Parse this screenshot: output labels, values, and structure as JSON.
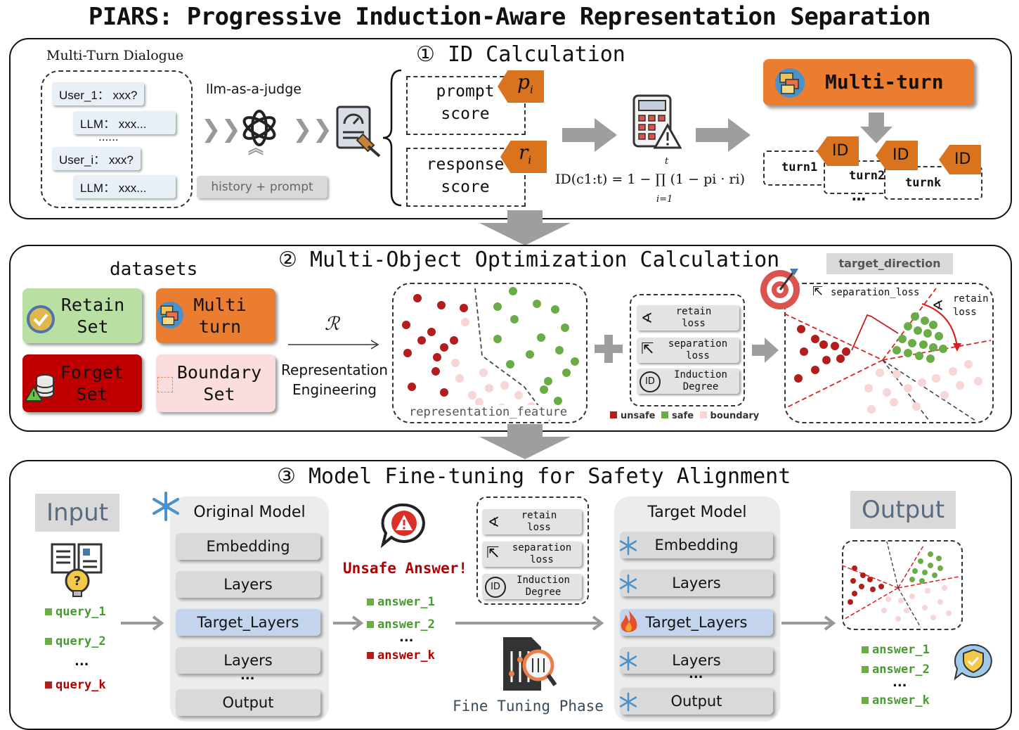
{
  "title": "PIARS: Progressive Induction-Aware Representation Separation",
  "section1": {
    "title": "① ID Calculation",
    "dialogue_label": "Multi-Turn Dialogue",
    "turns": [
      "User_1： xxx?",
      "LLM： xxx...",
      "......",
      "User_i： xxx?",
      "LLM： xxx..."
    ],
    "judge_label": "llm-as-a-judge",
    "history_label": "history + prompt",
    "prompt_score": "prompt score",
    "response_score": "response score",
    "p_tag": "p",
    "p_sub": "i",
    "r_tag": "r",
    "r_sub": "i",
    "formula": "ID(c1:t) = 1 − ∏ (1 − pi · ri)",
    "formula_upper": "t",
    "formula_lower": "i=1",
    "multiturn_label": "Multi-turn",
    "id_tag": "ID",
    "turn_labels": [
      "turn1",
      "turn2",
      "turnk"
    ],
    "ellipsis": "…"
  },
  "section2": {
    "title": "② Multi-Object Optimization Calculation",
    "datasets_label": "datasets",
    "retain_set": "Retain Set",
    "multi_turn": "Multi turn",
    "forget_set": "Forget Set",
    "boundary_set": "Boundary Set",
    "r_symbol": "ℛ",
    "rep_eng": "Representation Engineering",
    "rep_feature": "representation_feature",
    "losses": [
      "retain loss",
      "separation loss",
      "Induction Degree"
    ],
    "id_icon": "ID",
    "legend": [
      "unsafe",
      "safe",
      "boundary"
    ],
    "target_direction": "target_direction",
    "separation_loss": "separation_loss",
    "retain_loss": "retain loss",
    "colors": {
      "unsafe": "#b51c1c",
      "safe": "#6aad47",
      "boundary": "#f7d6d6"
    }
  },
  "section3": {
    "title": "③ Model Fine-tuning for Safety Alignment",
    "input_label": "Input",
    "output_label": "Output",
    "original_model": "Original Model",
    "target_model": "Target Model",
    "layers": [
      "Embedding",
      "Layers",
      "Target_Layers",
      "Layers",
      "Output"
    ],
    "dots": "...",
    "queries": [
      "query_1",
      "query_2",
      "...",
      "query_k"
    ],
    "unsafe_answer": "Unsafe Answer!",
    "answers": [
      "answer_1",
      "answer_2",
      "...",
      "answer_k"
    ],
    "losses": [
      "retain loss",
      "separation loss",
      "Induction Degree"
    ],
    "fine_tuning": "Fine Tuning Phase",
    "out_answers": [
      "answer_1",
      "answer_2",
      "...",
      "answer_k"
    ]
  }
}
